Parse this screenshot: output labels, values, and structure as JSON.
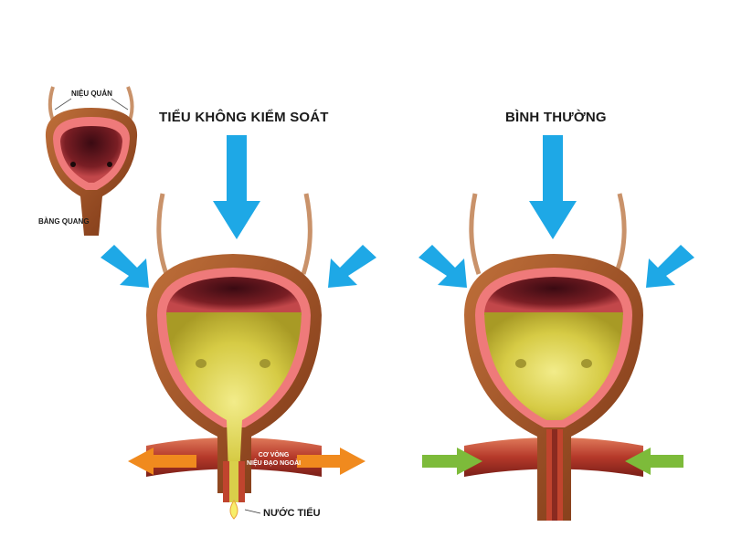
{
  "labels": {
    "ureter": "NIỆU QUẢN",
    "bladder": "BÀNG QUANG",
    "incontinence_title": "TIỂU KHÔNG KIỂM SOÁT",
    "normal_title": "BÌNH THƯỜNG",
    "sphincter_line1": "CƠ VÒNG",
    "sphincter_line2": "NIỆU ĐẠO NGOÀI",
    "urine": "NƯỚC TIỂU"
  },
  "colors": {
    "pressure_arrow": "#1ea8e6",
    "outward_arrow": "#f08a1e",
    "inward_arrow": "#7dbb3a",
    "bladder_wall": "#a3542a",
    "bladder_lining": "#ef7a7a",
    "urine": "#d8cf4a",
    "muscle": "#c0442e",
    "ureter": "#c9926a"
  },
  "icons": {
    "pressure": "arrow-down-icon",
    "outward": "double-arrow-outward-icon",
    "inward": "double-arrow-inward-icon",
    "droplet": "urine-droplet-icon"
  }
}
